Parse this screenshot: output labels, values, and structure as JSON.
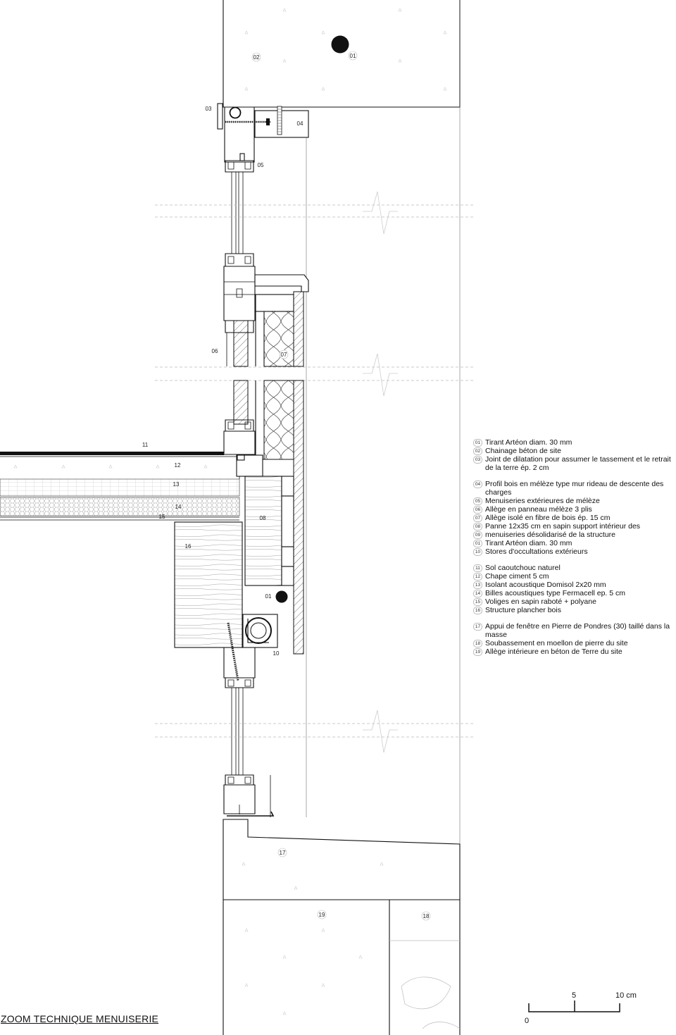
{
  "title": "ZOOM TECHNIQUE MENUISERIE",
  "tags": {
    "t01a": "01",
    "t02": "02",
    "t03": "03",
    "t04": "04",
    "t05": "05",
    "t06": "06",
    "t07": "07",
    "t08": "08",
    "t11": "11",
    "t12": "12",
    "t13": "13",
    "t14": "14",
    "t15": "15",
    "t16": "16",
    "t01b": "01",
    "t10": "10",
    "t17": "17",
    "t19": "19",
    "t18": "18"
  },
  "legend": [
    [
      {
        "num": "01",
        "text": "Tirant Artéon diam. 30 mm"
      },
      {
        "num": "02",
        "text": "Chainage béton de site"
      },
      {
        "num": "03",
        "text": "Joint de dilatation pour assumer le tassement et le retrait de la terre ép. 2 cm"
      }
    ],
    [
      {
        "num": "04",
        "text": "Profil bois en mélèze type mur rideau de descente des charges"
      },
      {
        "num": "05",
        "text": "Menuiseries extérieures de mélèze"
      },
      {
        "num": "06",
        "text": "Allège en panneau mélèze 3 plis"
      },
      {
        "num": "07",
        "text": "Allège isolé en fibre de bois ép. 15 cm"
      },
      {
        "num": "08",
        "text": "Panne 12x35 cm en sapin support intérieur des"
      },
      {
        "num": "09",
        "text": "menuiseries désolidarisé de la structure"
      },
      {
        "num": "01",
        "text": "Tirant Artéon diam. 30 mm"
      },
      {
        "num": "10",
        "text": "Stores d'occultations extérieurs"
      }
    ],
    [
      {
        "num": "11",
        "text": "Sol caoutchouc naturel"
      },
      {
        "num": "12",
        "text": "Chape ciment 5 cm"
      },
      {
        "num": "13",
        "text": "Isolant acoustique Domisol 2x20 mm"
      },
      {
        "num": "14",
        "text": "Billes acoustiques type Fermacell ep. 5 cm"
      },
      {
        "num": "15",
        "text": "Voliges en sapin raboté + polyane"
      },
      {
        "num": "16",
        "text": "Structure plancher bois"
      }
    ],
    [
      {
        "num": "17",
        "text": "Appui de fenêtre en Pierre de Pondres (30) taillé dans la masse"
      },
      {
        "num": "18",
        "text": "Soubassement en moellon de pierre du site"
      },
      {
        "num": "19",
        "text": "Allège intérieure en béton de Terre du site"
      }
    ]
  ],
  "scale": {
    "zero": "0",
    "mid": "5",
    "end": "10 cm"
  }
}
